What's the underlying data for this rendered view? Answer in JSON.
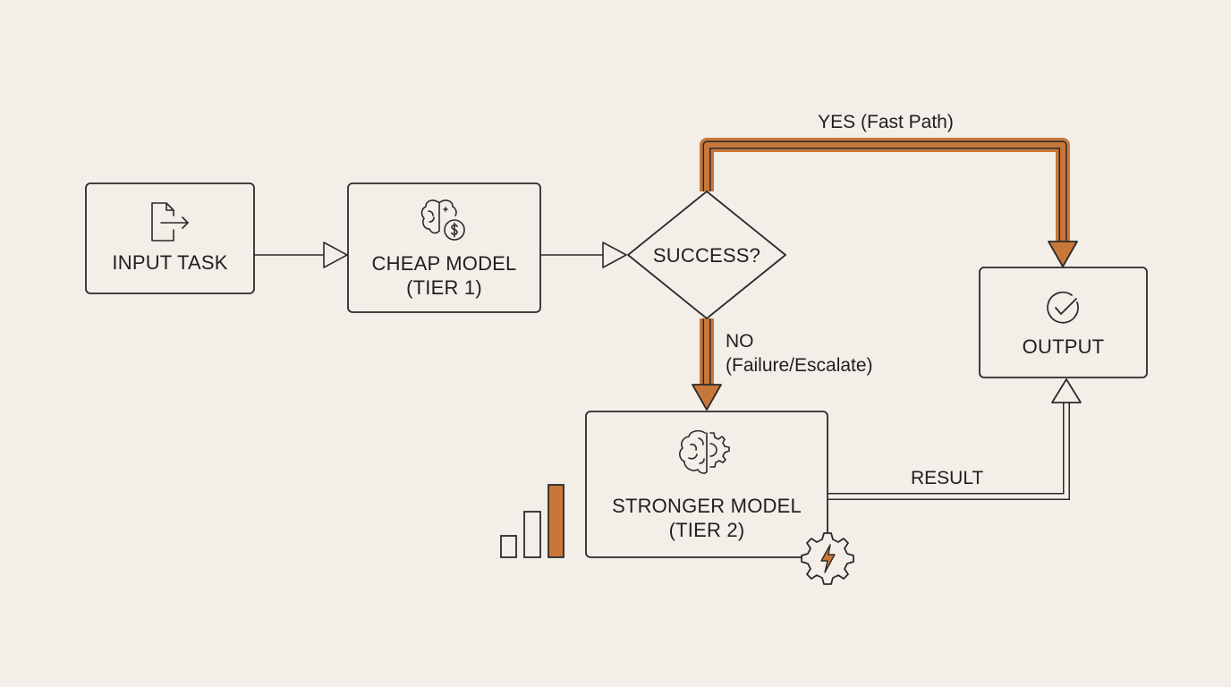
{
  "nodes": {
    "input_task": {
      "line1": "INPUT TASK",
      "icon": "file-export-icon"
    },
    "cheap_model": {
      "line1": "CHEAP MODEL",
      "line2": "(TIER 1)",
      "icon": "brain-dollar-icon"
    },
    "decision": {
      "line1": "SUCCESS?"
    },
    "stronger_model": {
      "line1": "STRONGER MODEL",
      "line2": "(TIER 2)",
      "icon": "brain-gear-icon"
    },
    "output": {
      "line1": "OUTPUT",
      "icon": "check-circle-icon"
    }
  },
  "edges": {
    "yes_label": "YES (Fast Path)",
    "no_label_line1": "NO",
    "no_label_line2": "(Failure/Escalate)",
    "result_label": "RESULT"
  },
  "decorations": {
    "power_badge_icon": "lightning-gear-icon",
    "bar_chart_icon": "bar-chart-icon"
  },
  "colors": {
    "background": "#f3efe8",
    "stroke": "#2a2a2a",
    "accent": "#c8773a",
    "box_fill": "#f3efe8"
  }
}
